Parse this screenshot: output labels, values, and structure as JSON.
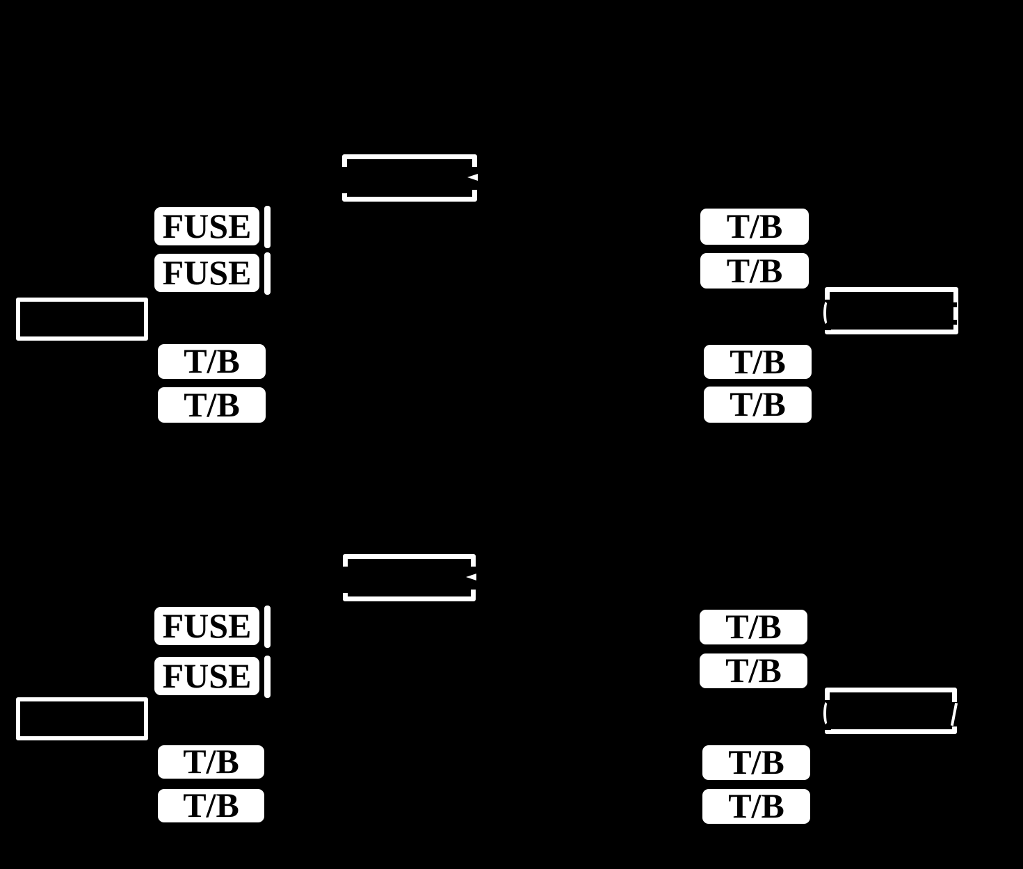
{
  "figure": {
    "type": "electrical-wiring-block-diagram",
    "labels": {
      "fuse": "FUSE",
      "terminal_block": "T/B"
    },
    "colors": {
      "background": "#000000",
      "box_fill": "#ffffff",
      "outline_stroke": "#ffffff",
      "label_text": "#000000"
    }
  }
}
